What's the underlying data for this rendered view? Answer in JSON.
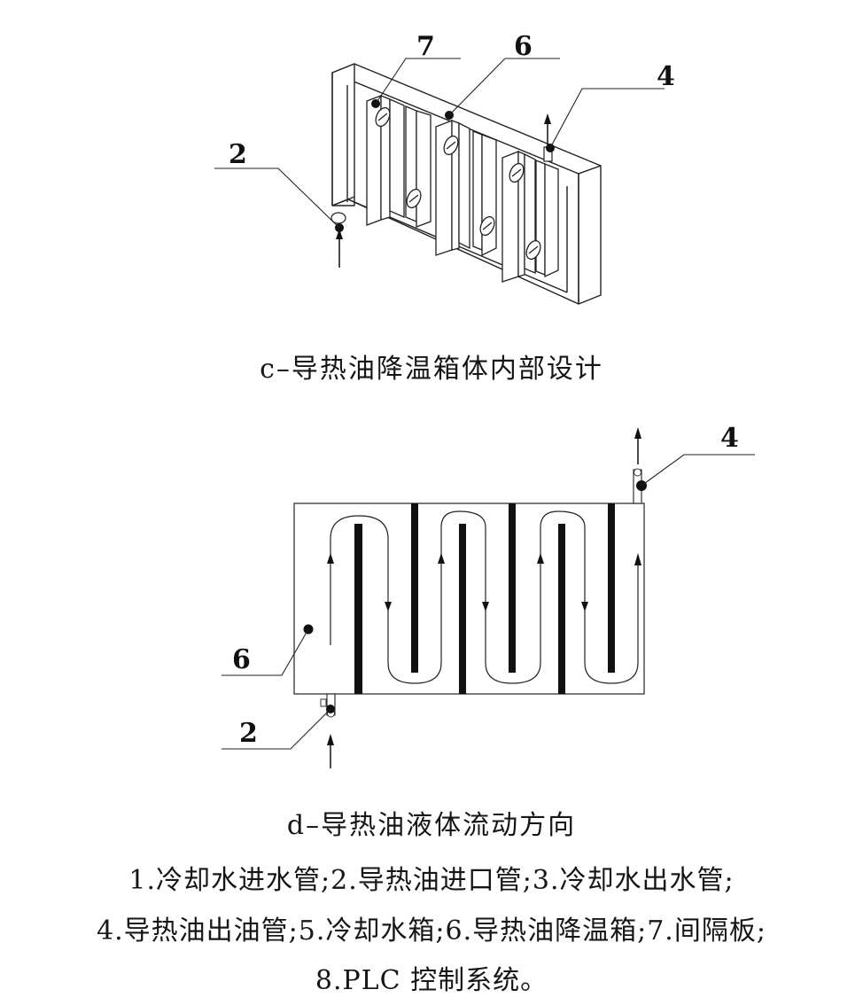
{
  "figure_c": {
    "caption": "c–导热油降温箱体内部设计",
    "callouts": [
      {
        "number": "7",
        "refers_to": "间隔板"
      },
      {
        "number": "6",
        "refers_to": "导热油降温箱"
      },
      {
        "number": "4",
        "refers_to": "导热油出油管"
      },
      {
        "number": "2",
        "refers_to": "导热油进口管"
      }
    ],
    "flow_arrows": [
      "inlet-up-bottom-left",
      "outlet-up-top-right"
    ]
  },
  "figure_d": {
    "caption": "d–导热油液体流动方向",
    "callouts": [
      {
        "number": "4",
        "refers_to": "导热油出油管"
      },
      {
        "number": "6",
        "refers_to": "导热油降温箱"
      },
      {
        "number": "2",
        "refers_to": "导热油进口管"
      }
    ],
    "flow_direction": [
      "up",
      "down",
      "up",
      "down",
      "up",
      "down",
      "up"
    ]
  },
  "legend": {
    "line1": "1.冷却水进水管;2.导热油进口管;3.冷却水出水管;",
    "line2": "4.导热油出油管;5.冷却水箱;6.导热油降温箱;7.间隔板;",
    "line3": "8.PLC 控制系统。",
    "items": [
      {
        "number": "1",
        "label": "冷却水进水管"
      },
      {
        "number": "2",
        "label": "导热油进口管"
      },
      {
        "number": "3",
        "label": "冷却水出水管"
      },
      {
        "number": "4",
        "label": "导热油出油管"
      },
      {
        "number": "5",
        "label": "冷却水箱"
      },
      {
        "number": "6",
        "label": "导热油降温箱"
      },
      {
        "number": "7",
        "label": "间隔板"
      },
      {
        "number": "8",
        "label": "PLC 控制系统"
      }
    ]
  }
}
